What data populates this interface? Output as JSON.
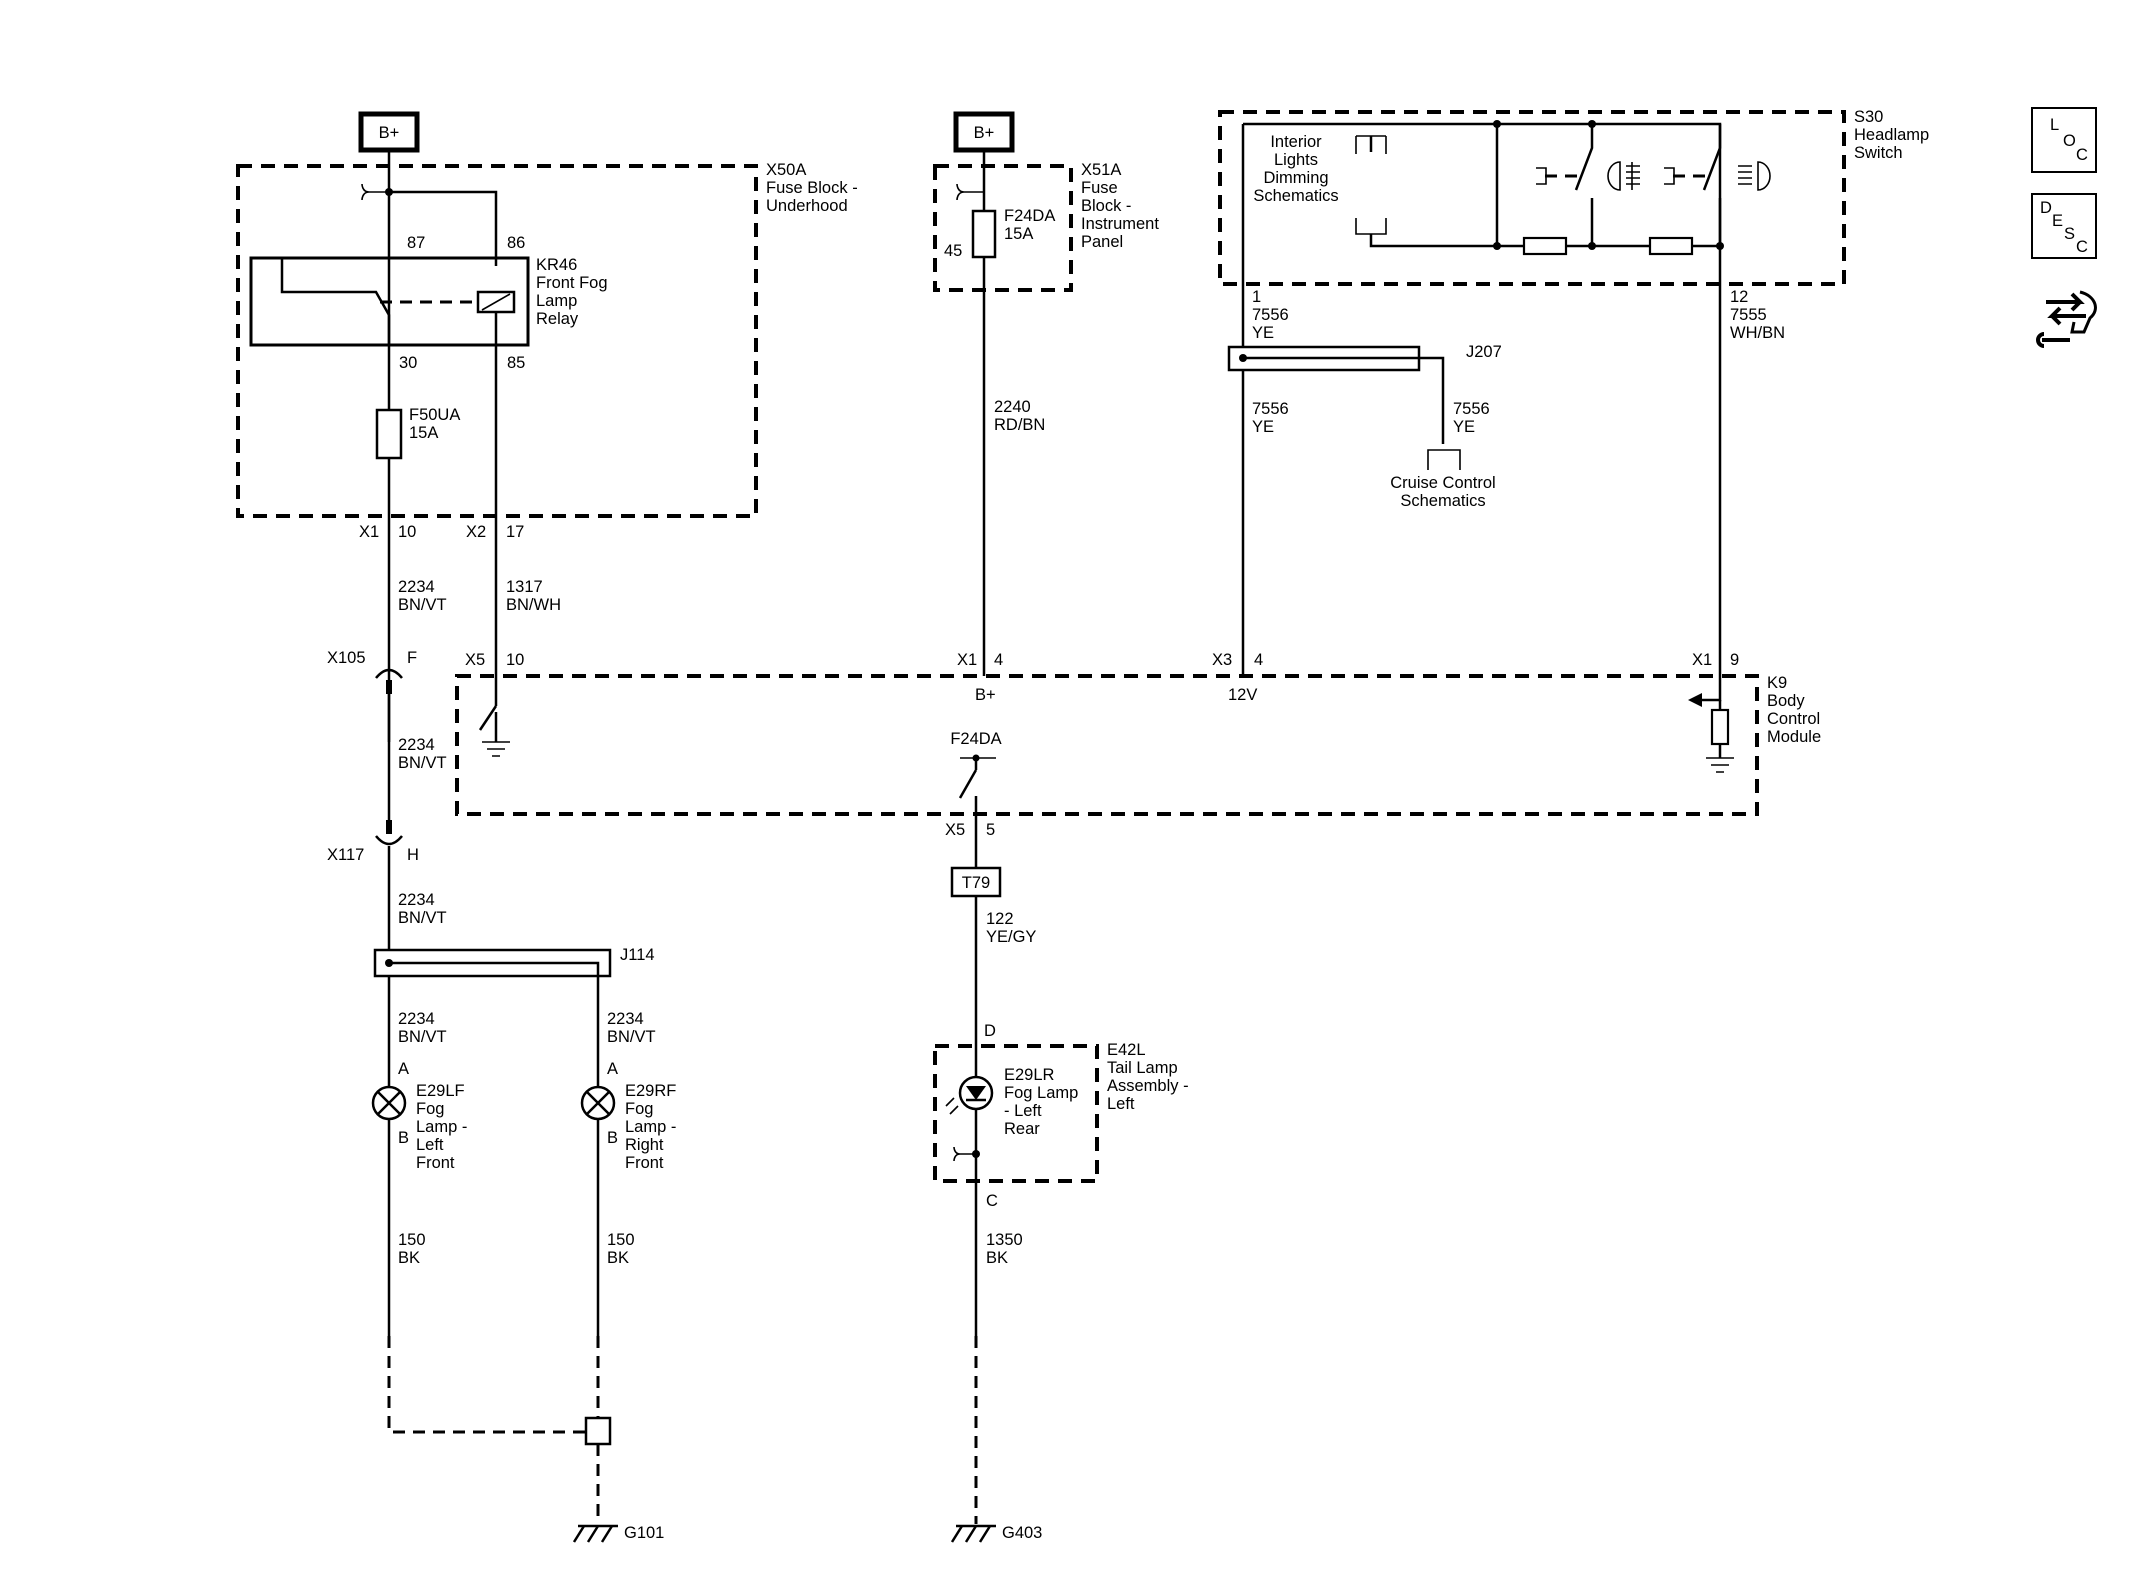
{
  "supply": {
    "b_plus_left": "B+",
    "b_plus_mid": "B+"
  },
  "x50a": {
    "id": "X50A",
    "name_1": "Fuse Block -",
    "name_2": "Underhood"
  },
  "kr46": {
    "id": "KR46",
    "name_1": "Front Fog",
    "name_2": "Lamp",
    "name_3": "Relay",
    "pin_87": "87",
    "pin_86": "86",
    "pin_30": "30",
    "pin_85": "85"
  },
  "f50ua": {
    "id": "F50UA",
    "rating": "15A"
  },
  "x50a_pins": {
    "x1": "X1",
    "x1_pin": "10",
    "x2": "X2",
    "x2_pin": "17"
  },
  "x51a": {
    "id": "X51A",
    "name_1": "Fuse",
    "name_2": "Block -",
    "name_3": "Instrument",
    "name_4": "Panel",
    "fuse": "F24DA",
    "rating": "15A",
    "pin": "45"
  },
  "wire_2240": {
    "num": "2240",
    "color": "RD/BN"
  },
  "s30": {
    "id": "S30",
    "name_1": "Headlamp",
    "name_2": "Switch",
    "dim_1": "Interior",
    "dim_2": "Lights",
    "dim_3": "Dimming",
    "dim_4": "Schematics"
  },
  "s30_pin1": {
    "pin": "1",
    "num": "7556",
    "color": "YE"
  },
  "s30_pin12": {
    "pin": "12",
    "num": "7555",
    "color": "WH/BN"
  },
  "j207": {
    "id": "J207",
    "left_num": "7556",
    "left_color": "YE",
    "right_num": "7556",
    "right_color": "YE",
    "cruise_1": "Cruise Control",
    "cruise_2": "Schematics"
  },
  "wire_2234_a": {
    "num": "2234",
    "color": "BN/VT"
  },
  "wire_1317": {
    "num": "1317",
    "color": "BN/WH"
  },
  "k9": {
    "id": "K9",
    "name_1": "Body",
    "name_2": "Control",
    "name_3": "Module",
    "x105": "X105",
    "x105_pin": "F",
    "x5": "X5",
    "x5_pin": "10",
    "x1_b": "X1",
    "x1_b_pin": "4",
    "b_plus": "B+",
    "x3": "X3",
    "x3_pin": "4",
    "v12": "12V",
    "x1_c": "X1",
    "x1_c_pin": "9",
    "f24da": "F24DA",
    "x5_out": "X5",
    "x5_out_pin": "5"
  },
  "wire_2234_b": {
    "num": "2234",
    "color": "BN/VT"
  },
  "x117": {
    "id": "X117",
    "pin": "H"
  },
  "wire_2234_c": {
    "num": "2234",
    "color": "BN/VT"
  },
  "j114": {
    "id": "J114"
  },
  "wire_2234_d": {
    "num": "2234",
    "color": "BN/VT"
  },
  "wire_2234_e": {
    "num": "2234",
    "color": "BN/VT"
  },
  "e29lf": {
    "id": "E29LF",
    "name_1": "Fog",
    "name_2": "Lamp -",
    "name_3": "Left",
    "name_4": "Front",
    "pin_a": "A",
    "pin_b": "B"
  },
  "e29rf": {
    "id": "E29RF",
    "name_1": "Fog",
    "name_2": "Lamp -",
    "name_3": "Right",
    "name_4": "Front",
    "pin_a": "A",
    "pin_b": "B"
  },
  "wire_150_l": {
    "num": "150",
    "color": "BK"
  },
  "wire_150_r": {
    "num": "150",
    "color": "BK"
  },
  "g101": {
    "id": "G101"
  },
  "t79": {
    "id": "T79"
  },
  "wire_122": {
    "num": "122",
    "color": "YE/GY"
  },
  "e42l": {
    "id": "E42L",
    "name_1": "Tail Lamp",
    "name_2": "Assembly -",
    "name_3": "Left",
    "pin_d": "D",
    "pin_c": "C"
  },
  "e29lr": {
    "id": "E29LR",
    "name_1": "Fog Lamp",
    "name_2": "- Left",
    "name_3": "Rear"
  },
  "wire_1350": {
    "num": "1350",
    "color": "BK"
  },
  "g403": {
    "id": "G403"
  },
  "side_icons": {
    "loc_l": "L",
    "loc_o": "O",
    "loc_c": "C",
    "desc_d": "D",
    "desc_e": "E",
    "desc_s": "S",
    "desc_c": "C",
    "nav": "navigation-arrows-icon"
  }
}
